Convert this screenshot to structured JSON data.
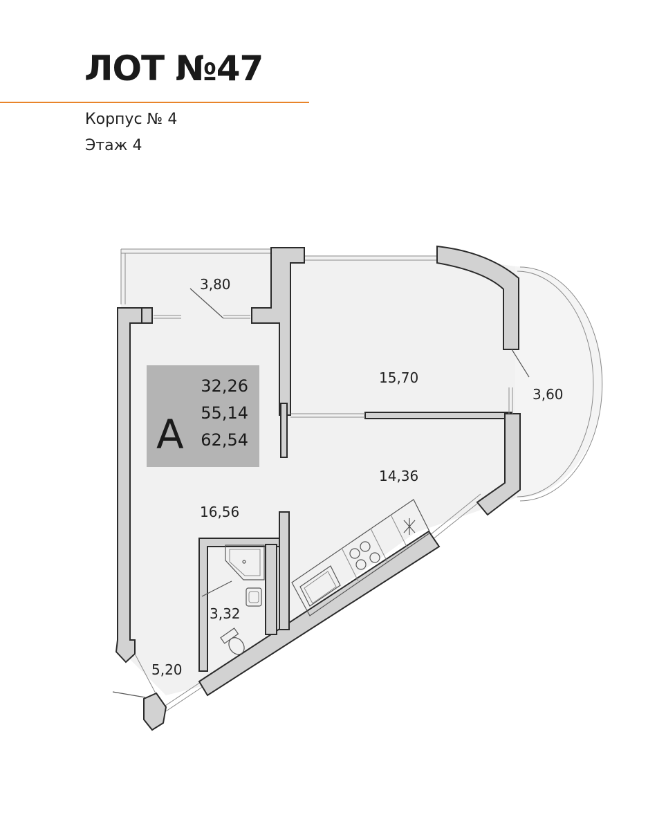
{
  "header": {
    "lot_title": "ЛОТ №47",
    "building": "Корпус № 4",
    "floor": "Этаж 4"
  },
  "apartment": {
    "type_letter": "A",
    "areas": [
      "32,26",
      "55,14",
      "62,54"
    ]
  },
  "rooms": [
    {
      "id": "balcony-top",
      "area": "3,80"
    },
    {
      "id": "bedroom",
      "area": "15,70"
    },
    {
      "id": "loggia-right",
      "area": "3,60"
    },
    {
      "id": "kitchen",
      "area": "14,36"
    },
    {
      "id": "hall",
      "area": "16,56"
    },
    {
      "id": "bathroom",
      "area": "3,32"
    },
    {
      "id": "entrance",
      "area": "5,20"
    }
  ],
  "colors": {
    "accent": "#e8842a",
    "wall_fill": "#d2d2d2",
    "floor_fill": "#f1f1f1",
    "area_box": "#b4b4b4"
  }
}
